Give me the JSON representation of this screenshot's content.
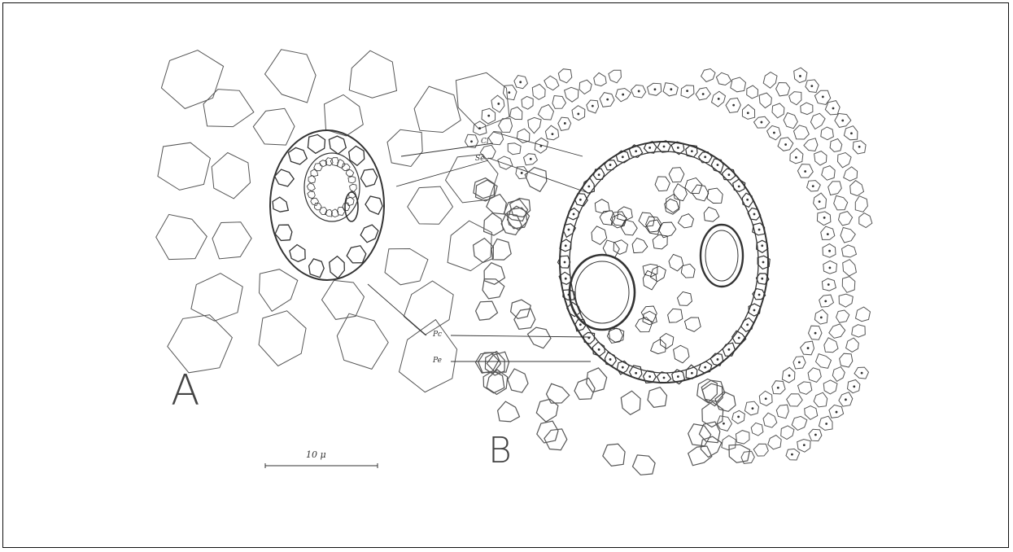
{
  "figure": {
    "panel_a_label": "A",
    "panel_b_label": "B",
    "scale_bar_label": "10 μ",
    "labels": {
      "cl": "Cl",
      "se": "Se",
      "pc": "Pc",
      "pe": "Pe"
    }
  },
  "colors": {
    "ink": "#333333",
    "frame": "#111111",
    "background": "#ffffff"
  }
}
